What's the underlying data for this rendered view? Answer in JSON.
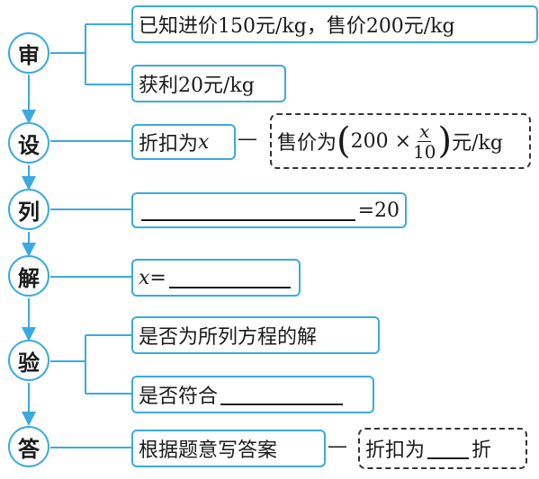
{
  "steps": {
    "shen": "审",
    "she": "设",
    "lie": "列",
    "jie": "解",
    "yan": "验",
    "da": "答"
  },
  "shen_boxes": {
    "given": "已知进价150元/kg，售价200元/kg",
    "profit": "获利20元/kg"
  },
  "she": {
    "box": "折扣为",
    "var": "x",
    "dash": "—",
    "dashed_prefix": "售价为",
    "paren_open": "(",
    "factor_text": "200 ×",
    "frac_num": "x",
    "frac_den": "10",
    "paren_close": ")",
    "dashed_suffix": "元/kg"
  },
  "lie": {
    "suffix": "=20"
  },
  "jie": {
    "var": "x",
    "eq": "="
  },
  "yan_boxes": {
    "q1": "是否为所列方程的解",
    "q2": "是否符合"
  },
  "da": {
    "box": "根据题意写答案",
    "dash": "—",
    "dashed_prefix": "折扣为",
    "dashed_suffix": "折"
  },
  "colors": {
    "accent": "#3aaae0",
    "dashed": "#333333",
    "text": "#1a1a1a"
  }
}
